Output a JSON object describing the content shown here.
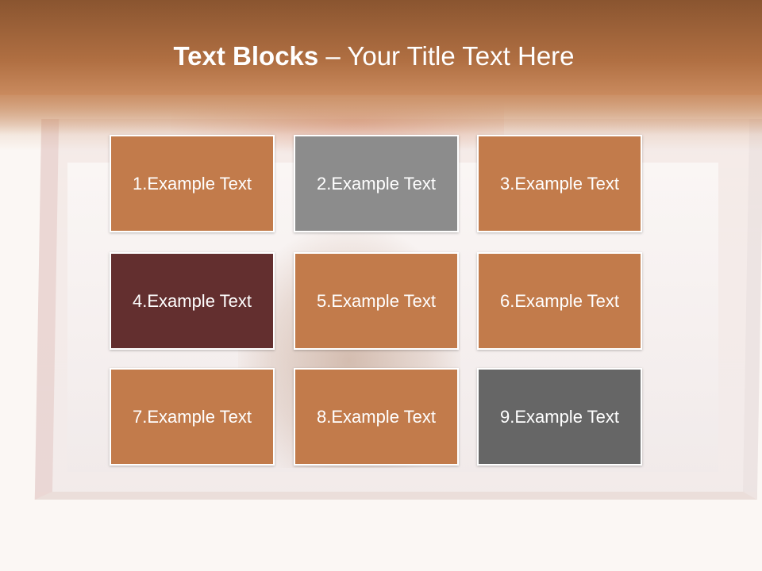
{
  "title": {
    "bold": "Text Blocks",
    "rest": " – Your Title Text Here"
  },
  "blocks": [
    {
      "label": "1.Example Text",
      "color": "#c27b4b"
    },
    {
      "label": "2.Example Text",
      "color": "#8c8c8c"
    },
    {
      "label": "3.Example Text",
      "color": "#c27b4b"
    },
    {
      "label": "4.Example Text",
      "color": "#632f2f"
    },
    {
      "label": "5.Example Text",
      "color": "#c27b4b"
    },
    {
      "label": "6.Example Text",
      "color": "#c27b4b"
    },
    {
      "label": "7.Example Text",
      "color": "#c27b4b"
    },
    {
      "label": "8.Example Text",
      "color": "#c27b4b"
    },
    {
      "label": "9.Example Text",
      "color": "#666666"
    }
  ],
  "colors": {
    "header": "#b06f42",
    "accent": "#c27b4b"
  }
}
